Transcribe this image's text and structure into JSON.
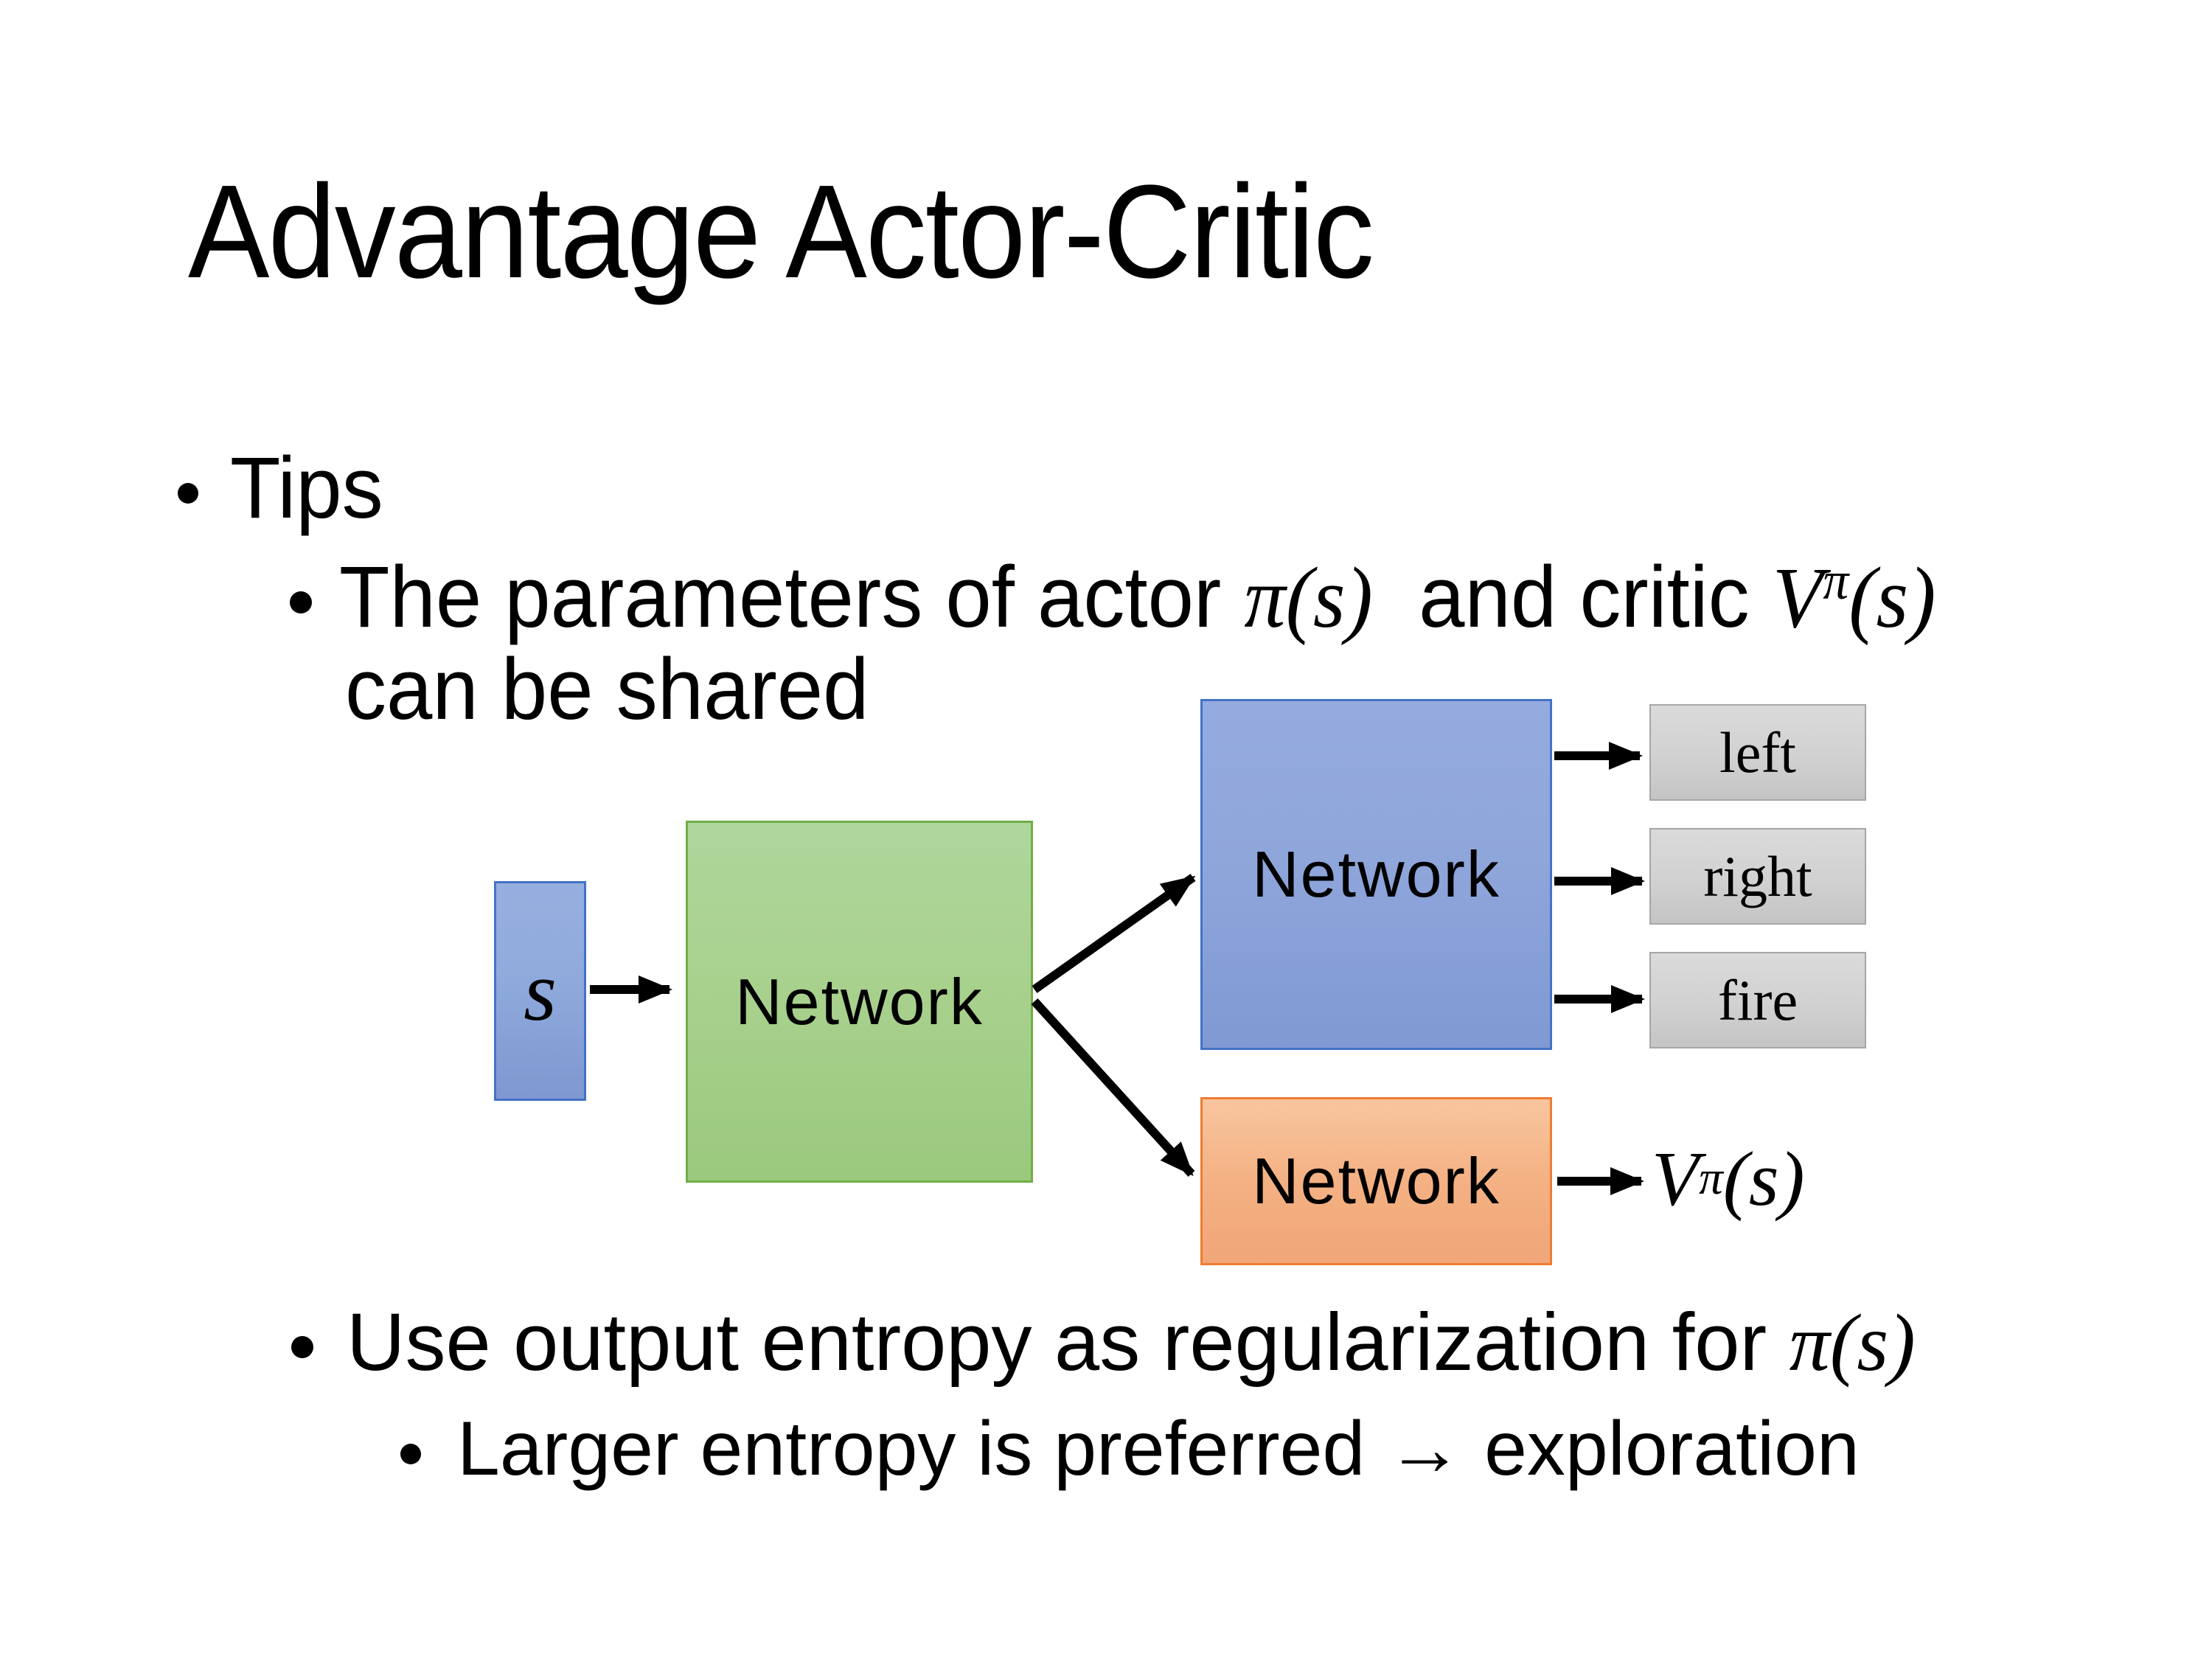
{
  "slide": {
    "title": "Advantage Actor-Critic",
    "bullets": {
      "tips": "Tips",
      "b2_pre": "The parameters of actor ",
      "b2_math1": "π(s)",
      "b2_mid": "  and critic ",
      "b2_v": "V",
      "b2_v_sup": "π",
      "b2_v_arg": "(s)",
      "b2_line2": "can be shared",
      "b3_pre": "Use output entropy as regularization for ",
      "b3_math": "π(s)",
      "b4_text": "Larger entropy is preferred → exploration"
    },
    "diagram": {
      "state_label": "s",
      "shared_network_label": "Network",
      "actor_network_label": "Network",
      "critic_network_label": "Network",
      "actions": [
        "left",
        "right",
        "fire"
      ],
      "value_v": "V",
      "value_sup": "π",
      "value_arg": "(s)"
    },
    "colors": {
      "state_fill": "#8FAADC",
      "state_border": "#4472C4",
      "shared_fill": "#A9D18E",
      "shared_border": "#70AD47",
      "actor_fill": "#8FA6DB",
      "actor_border": "#4472C4",
      "critic_fill": "#F4B183",
      "critic_border": "#ED7D31",
      "action_fill": "#D2D2D2",
      "action_border": "#A6A6A6",
      "arrow": "#000000",
      "text": "#000000",
      "background": "#FFFFFF"
    }
  }
}
